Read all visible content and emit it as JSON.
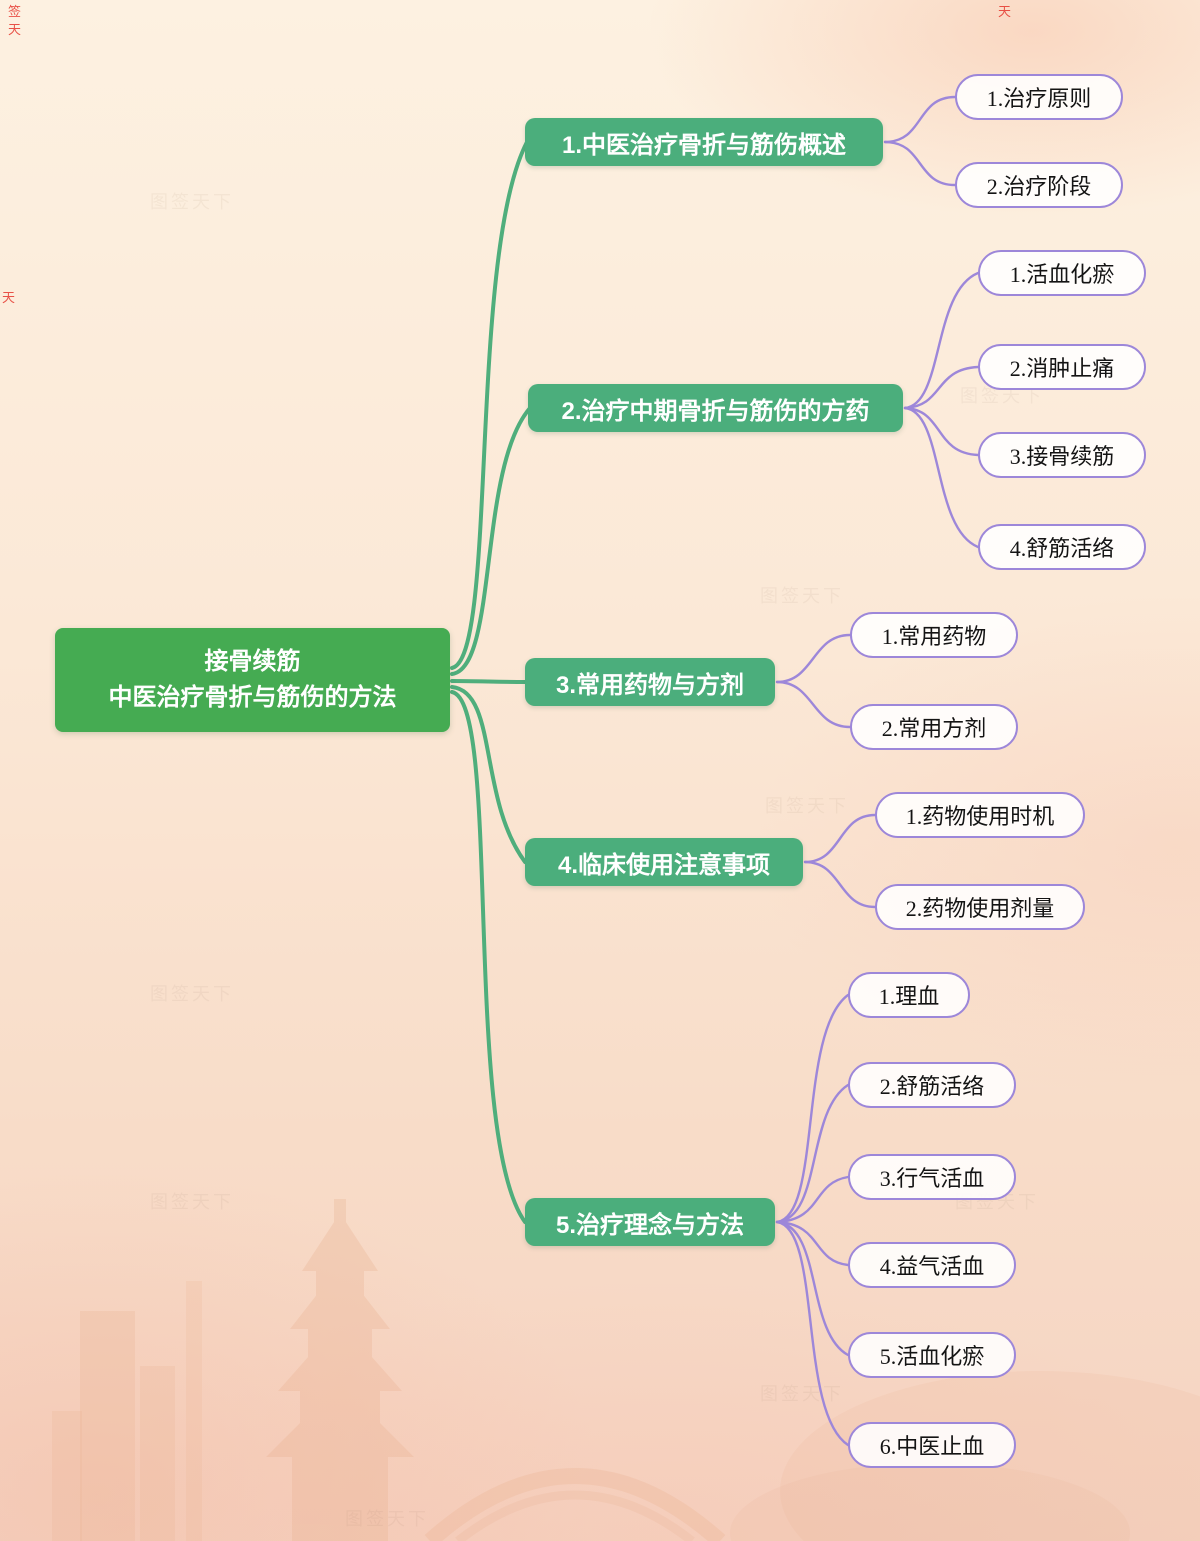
{
  "watermark": "图签天下",
  "edge_mark": "天",
  "corner_mark": "签",
  "root": {
    "title_line1": "接骨续筋",
    "title_line2": "中医治疗骨折与筋伤的方法"
  },
  "branches": [
    {
      "label": "1.中医治疗骨折与筋伤概述",
      "children": [
        "1.治疗原则",
        "2.治疗阶段"
      ]
    },
    {
      "label": "2.治疗中期骨折与筋伤的方药",
      "children": [
        "1.活血化瘀",
        "2.消肿止痛",
        "3.接骨续筋",
        "4.舒筋活络"
      ]
    },
    {
      "label": "3.常用药物与方剂",
      "children": [
        "1.常用药物",
        "2.常用方剂"
      ]
    },
    {
      "label": "4.临床使用注意事项",
      "children": [
        "1.药物使用时机",
        "2.药物使用剂量"
      ]
    },
    {
      "label": "5.治疗理念与方法",
      "children": [
        "1.理血",
        "2.舒筋活络",
        "3.行气活血",
        "4.益气活血",
        "5.活血化瘀",
        "6.中医止血"
      ]
    }
  ],
  "colors": {
    "root_fill": "#45AB52",
    "branch_fill": "#4BAE7C",
    "branch_edge": "#4FAE7C",
    "leaf_border": "#9D87D9",
    "leaf_fill": "#FFFFFF",
    "background_top": "#FDF1E1",
    "background_bottom": "#F5D3C2"
  }
}
